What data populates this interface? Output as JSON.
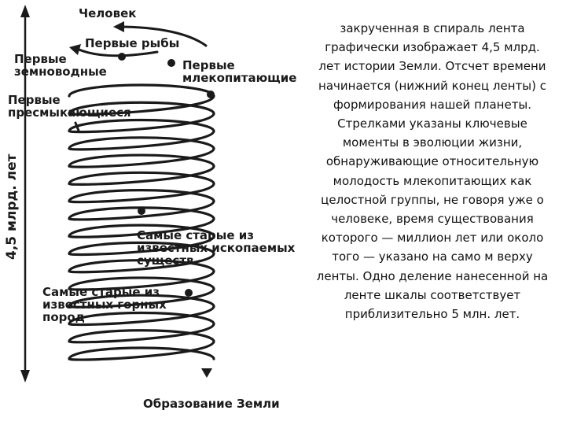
{
  "diagram": {
    "axis_label": "4,5 млрд. лет",
    "labels": {
      "human": "Человек",
      "first_fish": "Первые рыбы",
      "first_amphibians_1": "Первые",
      "first_amphibians_2": "земноводные",
      "first_mammals_1": "Первые",
      "first_mammals_2": "млекопитающие",
      "first_reptiles_1": "Первые",
      "first_reptiles_2": "пресмыкающиеся",
      "oldest_fossils_1": "Самые старые из",
      "oldest_fossils_2": "известных ископаемых",
      "oldest_fossils_3": "существ",
      "oldest_rocks_1": "Самые старые из",
      "oldest_rocks_2": "известных горных",
      "oldest_rocks_3": "пород",
      "earth_formation": "Образование Земли"
    }
  },
  "caption": {
    "text": "закрученная в спираль лента графически изображает 4,5 млрд. лет истории Земли. Отсчет времени начинается (нижний конец ленты) с формирования нашей планеты. Стрелками указаны ключевые моменты в эволюции жизни, обнаруживающие относительную молодость млекопитающих как целостной группы, не говоря уже о человеке, время существования которого — миллион лет или около того — указано на само м верху ленты. Одно деление нанесенной на ленте шкалы соответствует приблизительно 5 млн. лет."
  }
}
